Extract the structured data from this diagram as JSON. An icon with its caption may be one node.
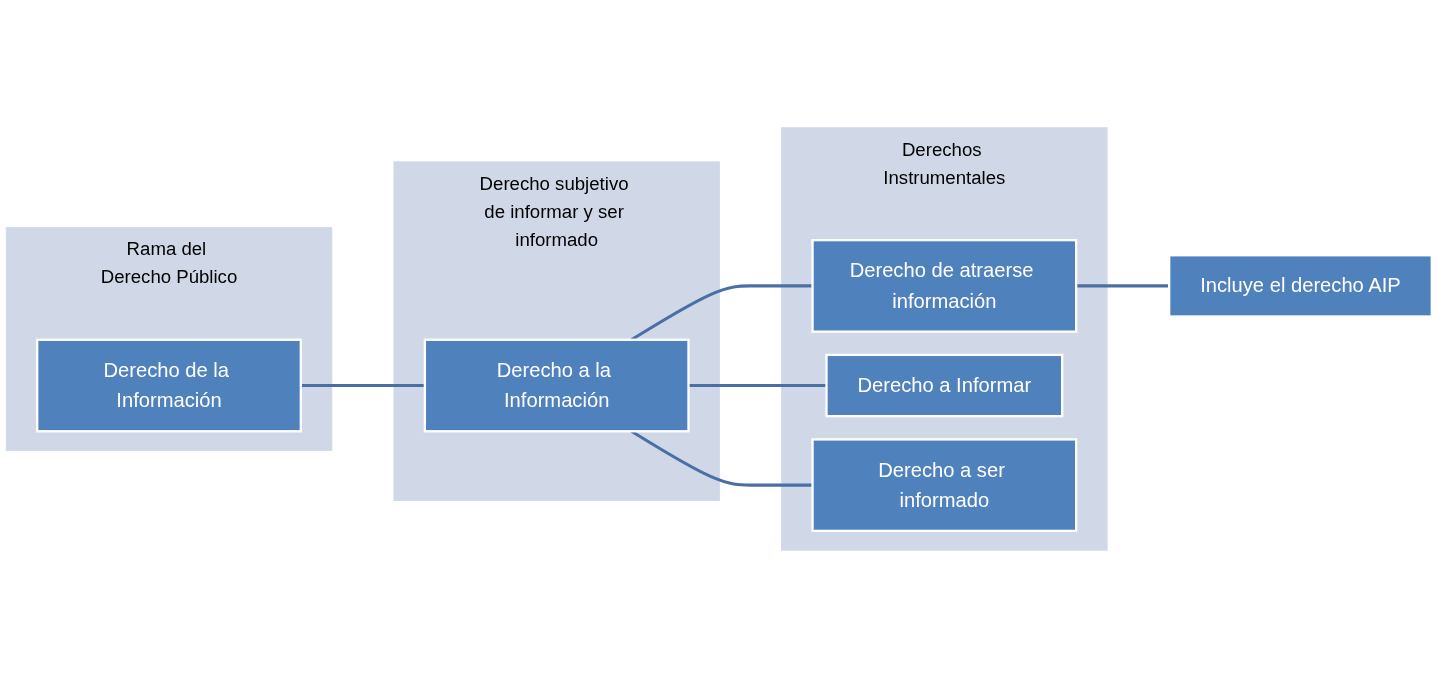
{
  "diagram": {
    "nodes": [
      {
        "text": [
          "Rama del Derecho Público"
        ]
      },
      {
        "text": [
          "Derecho de la Información"
        ],
        "in": 0
      },
      {
        "text": [
          "Derecho subjetivo de informar y ser informado"
        ]
      },
      {
        "text": [
          "Derecho a la Información"
        ],
        "in": 2
      },
      {
        "text": [
          "Derechos Instrumentales"
        ]
      },
      {
        "text": [
          "Derecho de atraerse información"
        ],
        "in": 4
      },
      {
        "text": [
          "Derecho a Informar"
        ],
        "in": 4
      },
      {
        "text": [
          "Derecho a ser informado"
        ],
        "in": 4
      },
      {
        "text": [
          "Incluye el derecho AIP"
        ]
      }
    ],
    "edges": [
      {
        "from": 1,
        "to": 3,
        "arrow": "none"
      },
      {
        "from": 3,
        "to": 5,
        "arrow": "none"
      },
      {
        "from": 3,
        "to": 6,
        "arrow": "none"
      },
      {
        "from": 3,
        "to": 7,
        "arrow": "none"
      },
      {
        "from": 5,
        "to": 8,
        "arrow": "none"
      }
    ]
  }
}
